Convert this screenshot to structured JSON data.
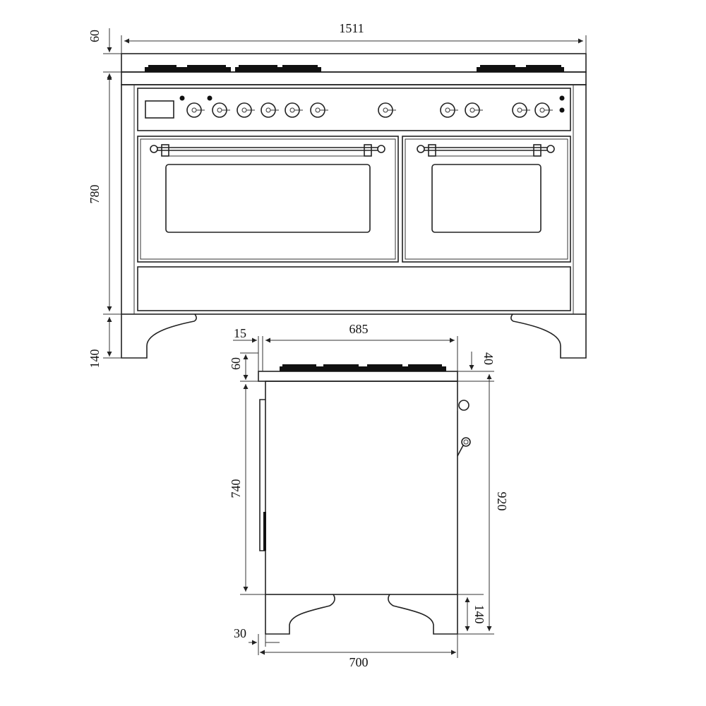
{
  "front_view": {
    "width_label": "1511",
    "top_height_label": "60",
    "body_height_label": "780",
    "leg_height_label": "140"
  },
  "side_view": {
    "top_offset_label": "15",
    "depth_top_label": "685",
    "top_thickness_label": "60",
    "knob_projection_label": "40",
    "body_height_label": "740",
    "total_height_label": "920",
    "leg_height_label": "140",
    "bottom_offset_label": "30",
    "depth_bottom_label": "700"
  }
}
